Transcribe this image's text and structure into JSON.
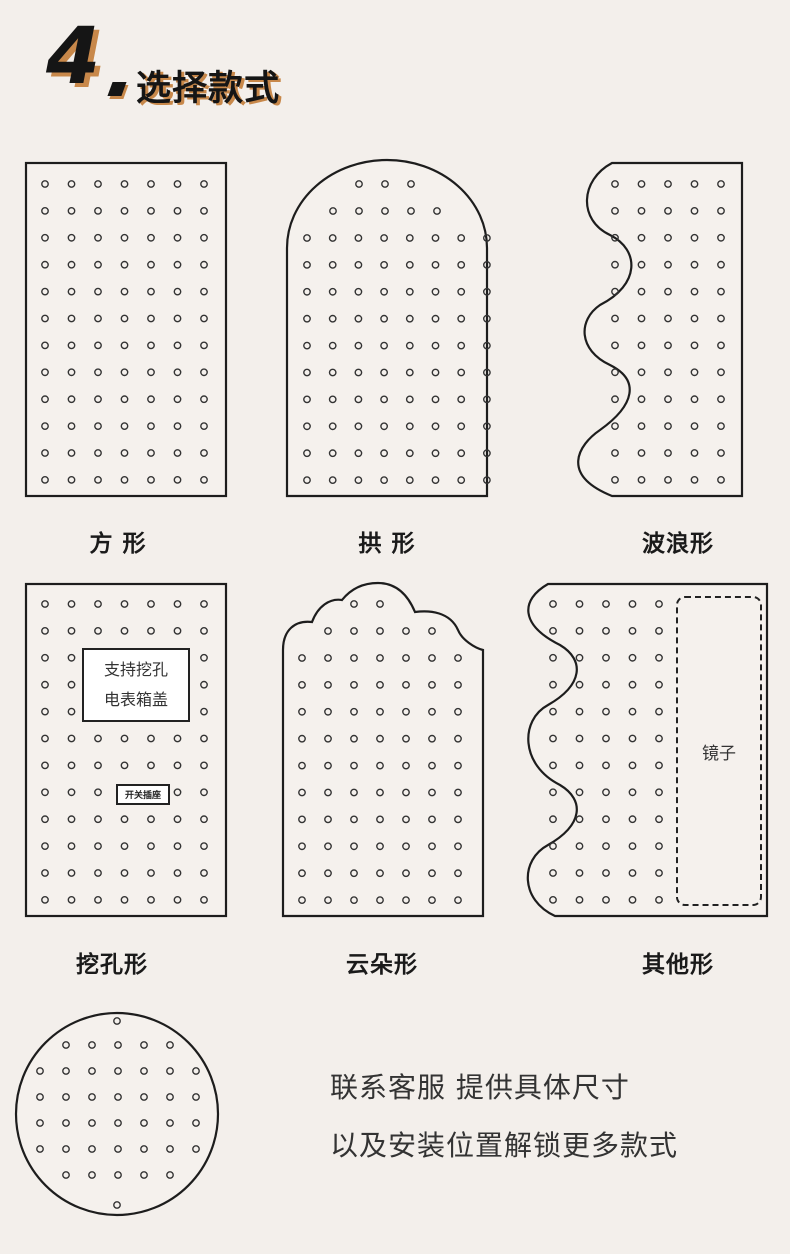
{
  "header": {
    "number": "4",
    "title": "选择款式"
  },
  "styles": [
    {
      "caption": "方 形"
    },
    {
      "caption": "拱 形"
    },
    {
      "caption": "波浪形"
    },
    {
      "caption": "挖孔形",
      "cutout_line1": "支持挖孔",
      "cutout_line2": "电表箱盖",
      "socket_label": "开关插座"
    },
    {
      "caption": "云朵形"
    },
    {
      "caption": "其他形",
      "mirror_label": "镜子"
    }
  ],
  "info": {
    "line1": "联系客服 提供具体尺寸",
    "line2": "以及安装位置解锁更多款式"
  },
  "colors": {
    "background": "#f3efeb",
    "accent_shadow": "#c8884a",
    "ink": "#151515"
  }
}
